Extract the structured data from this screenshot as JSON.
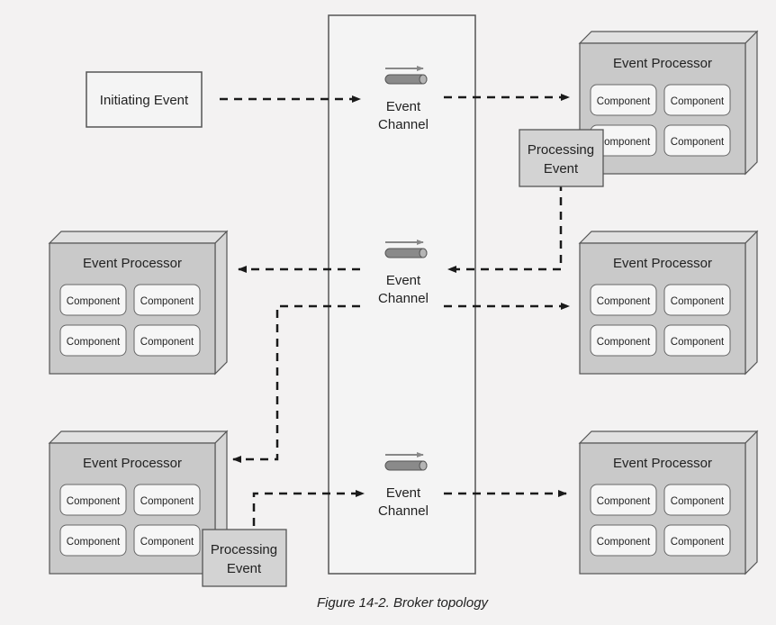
{
  "initiating_event": "Initiating Event",
  "channel_label": [
    "Event",
    "Channel"
  ],
  "processor_title": "Event Processor",
  "component_label": "Component",
  "processing_event_label": [
    "Processing",
    "Event"
  ],
  "caption": "Figure 14-2. Broker topology",
  "colors": {
    "background": "#f3f2f2",
    "processor_face": "#c9c9c9",
    "processor_side": "#e0e0e0",
    "component": "#f6f6f6",
    "processing_box": "#d3d3d3",
    "stroke": "#555555",
    "arrow": "#1a1a1a"
  }
}
